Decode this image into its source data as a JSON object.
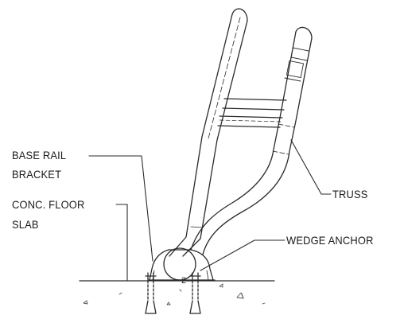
{
  "labels": {
    "base_rail_line1": "BASE RAIL",
    "base_rail_line2": "BRACKET",
    "floor_slab_line1": "CONC. FLOOR",
    "floor_slab_line2": "SLAB",
    "truss": "TRUSS",
    "wedge_anchor": "WEDGE ANCHOR",
    "bracket_mark": "2"
  },
  "colors": {
    "line": "#2a2a2a",
    "hatch": "#555555",
    "background": "#ffffff"
  }
}
